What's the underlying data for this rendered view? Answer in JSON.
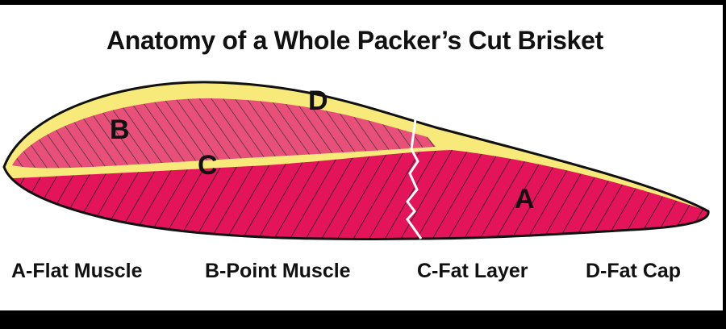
{
  "title": "Anatomy of a Whole Packer’s Cut Brisket",
  "region_labels": {
    "a": "A",
    "b": "B",
    "c": "C",
    "d": "D"
  },
  "legend": [
    "A-Flat Muscle",
    "B-Point Muscle",
    "C-Fat Layer",
    "D-Fat Cap"
  ],
  "colors": {
    "fat": "#f7ea7a",
    "flat_muscle": "#e3145a",
    "point_muscle": "#e8507a",
    "outline": "#111111"
  }
}
